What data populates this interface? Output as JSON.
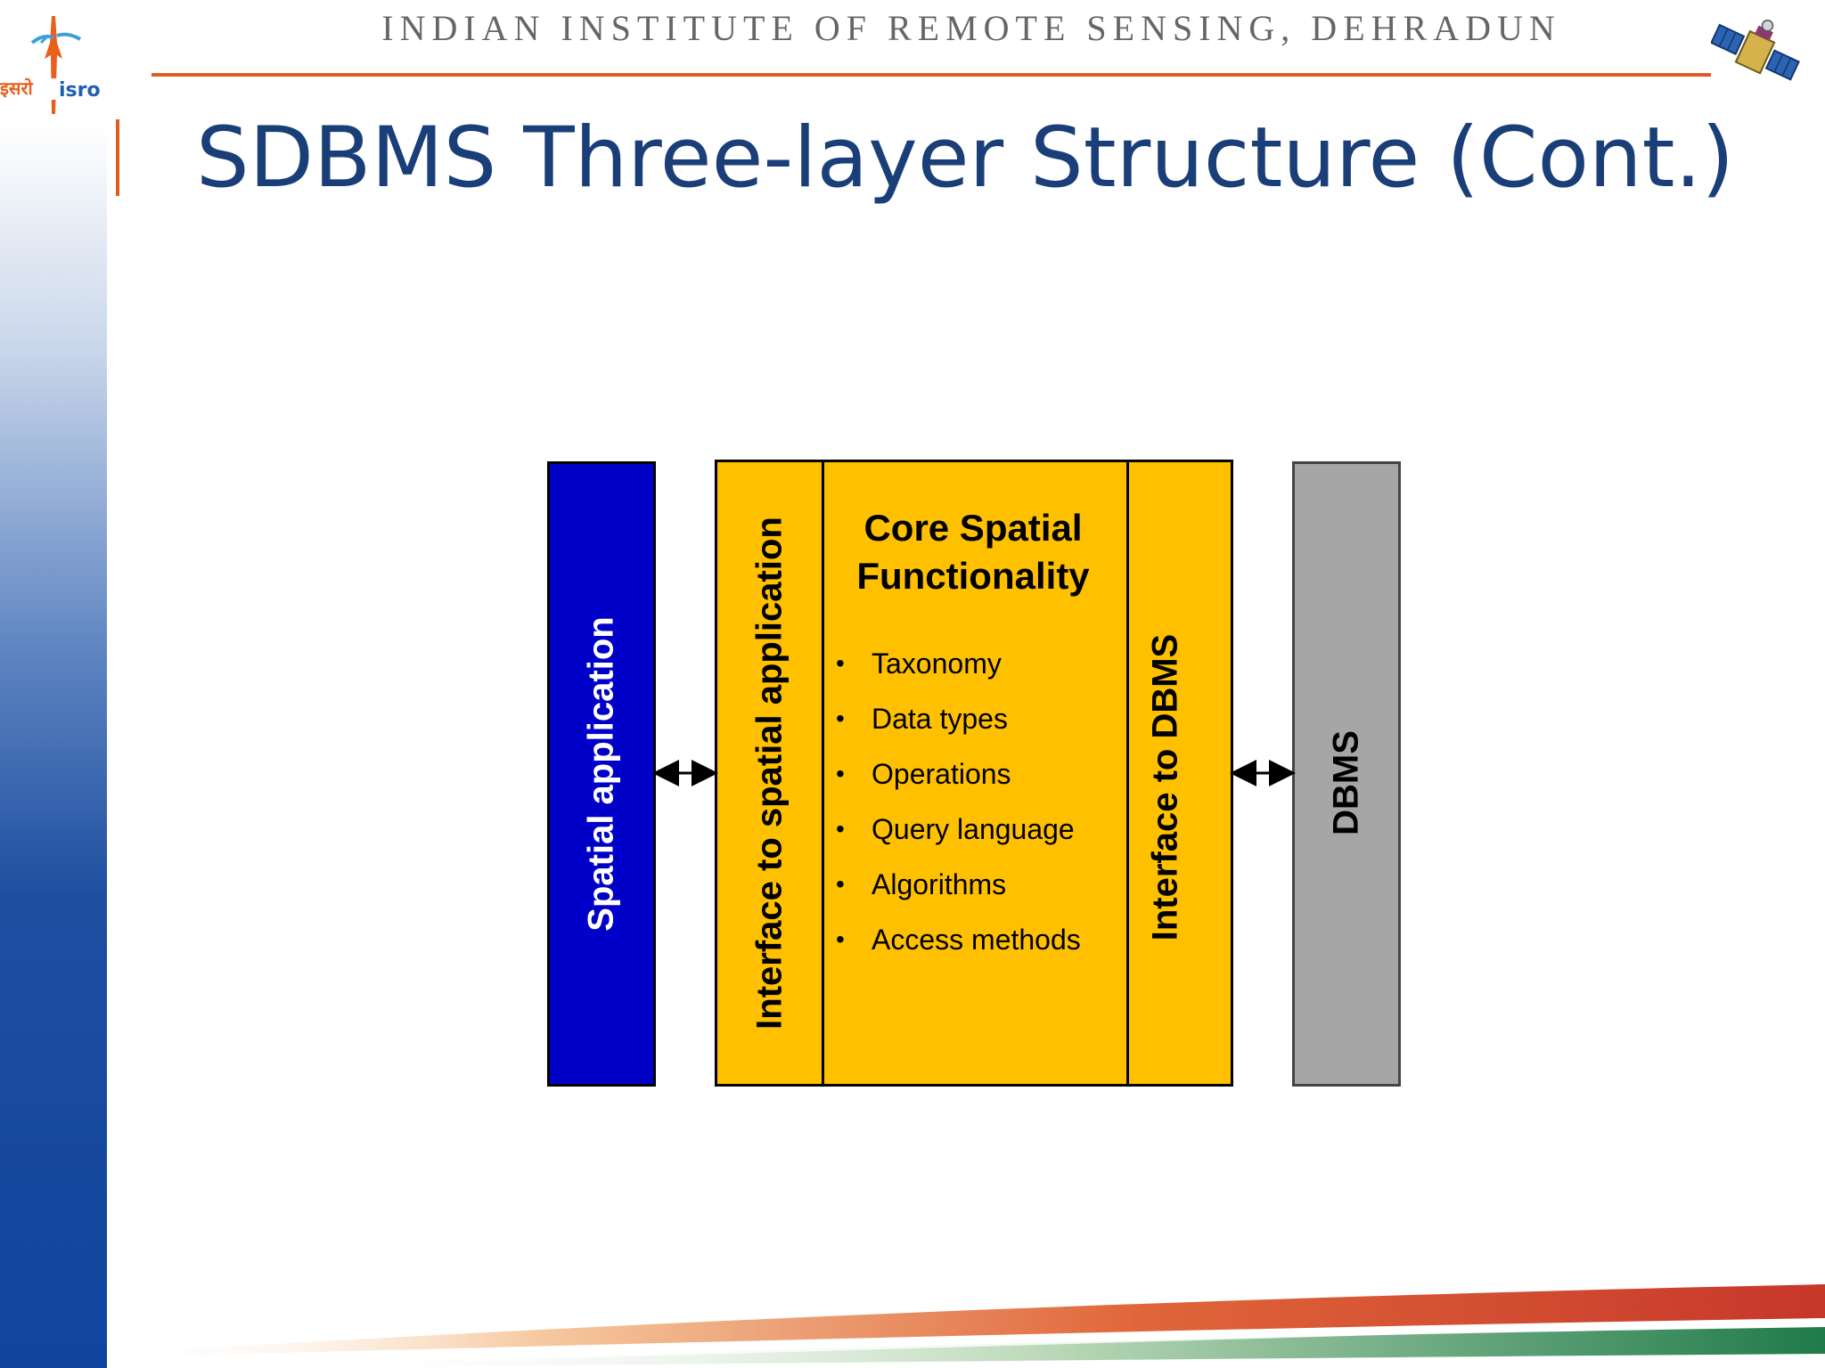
{
  "header": {
    "institute": "INDIAN INSTITUTE OF REMOTE SENSING, DEHRADUN",
    "logo_text": "इसरो isro",
    "logo_icon": "isro-rocket-icon",
    "satellite_icon": "satellite-icon"
  },
  "slide": {
    "title": "SDBMS Three-layer Structure (Cont.)"
  },
  "diagram": {
    "spatial_application": "Spatial application",
    "interface_spatial": "Interface to spatial application",
    "core_title_line1": "Core Spatial",
    "core_title_line2": "Functionality",
    "core_items": [
      "Taxonomy",
      "Data types",
      "Operations",
      "Query language",
      "Algorithms",
      "Access methods"
    ],
    "interface_dbms": "Interface to DBMS",
    "dbms": "DBMS",
    "bullet": "•"
  },
  "colors": {
    "spatial_application": "#0000c8",
    "core_group": "#ffc000",
    "dbms": "#a6a6a6",
    "title": "#1a3e78",
    "accent": "#e25a1e"
  }
}
